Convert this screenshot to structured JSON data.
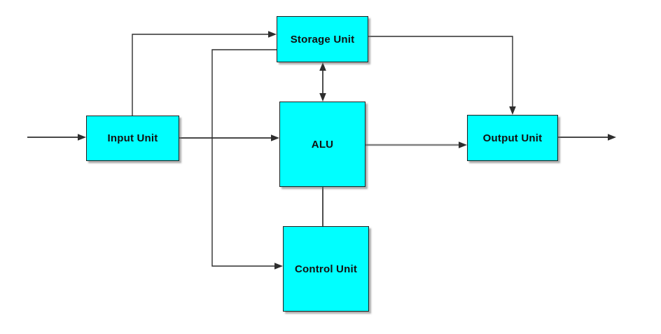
{
  "diagram": {
    "type": "block-diagram",
    "nodes": [
      {
        "id": "input-unit",
        "label": "Input Unit"
      },
      {
        "id": "storage-unit",
        "label": "Storage Unit"
      },
      {
        "id": "alu",
        "label": "ALU"
      },
      {
        "id": "control-unit",
        "label": "Control Unit"
      },
      {
        "id": "output-unit",
        "label": "Output Unit"
      }
    ],
    "edges": [
      {
        "from": "external-left",
        "to": "input-unit",
        "arrow": "end"
      },
      {
        "from": "input-unit",
        "to": "alu",
        "arrow": "end"
      },
      {
        "from": "input-unit",
        "to": "storage-unit",
        "arrow": "end"
      },
      {
        "from": "storage-unit",
        "to": "control-unit",
        "arrow": "end"
      },
      {
        "from": "storage-unit",
        "to": "alu",
        "arrow": "both"
      },
      {
        "from": "alu",
        "to": "control-unit",
        "arrow": "none"
      },
      {
        "from": "alu",
        "to": "output-unit",
        "arrow": "end"
      },
      {
        "from": "storage-unit",
        "to": "output-unit",
        "arrow": "end"
      },
      {
        "from": "output-unit",
        "to": "external-right",
        "arrow": "end"
      }
    ],
    "colors": {
      "node_fill": "#00ffff",
      "node_border": "#1f1f1f",
      "line": "#2e2e2e",
      "alu_to_output_line": "#808080",
      "background": "#ffffff",
      "label_text": "#111111"
    }
  }
}
